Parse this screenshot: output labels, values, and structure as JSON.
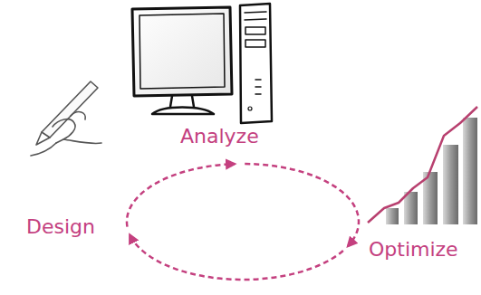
{
  "diagram": {
    "nodes": [
      {
        "text": [
          "Design"
        ]
      },
      {
        "text": [
          "Analyze"
        ]
      },
      {
        "text": [
          "Optimize"
        ]
      }
    ],
    "edges": [
      {
        "from": 0,
        "to": 1,
        "arrow": "to"
      },
      {
        "from": 1,
        "to": 2,
        "arrow": "to"
      },
      {
        "from": 2,
        "to": 0,
        "arrow": "to"
      }
    ]
  }
}
